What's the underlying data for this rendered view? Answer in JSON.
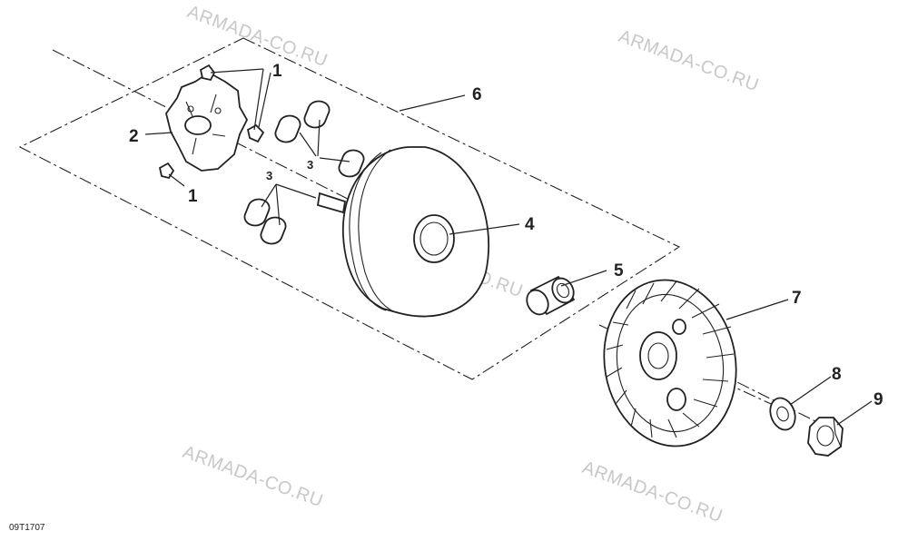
{
  "diagram": {
    "code": "09T1707",
    "watermarks": [
      "ARMADA-CO.RU",
      "ARMADA-CO.RU",
      "ARMADA-CO.RU",
      "ARMADA-CO.RU",
      "ARMADA-CO.RU"
    ],
    "callouts": {
      "c1a": "1",
      "c1b": "1",
      "c2": "2",
      "c3a": "3",
      "c3b": "3",
      "c4": "4",
      "c5": "5",
      "c6": "6",
      "c7": "7",
      "c8": "8",
      "c9": "9"
    }
  }
}
